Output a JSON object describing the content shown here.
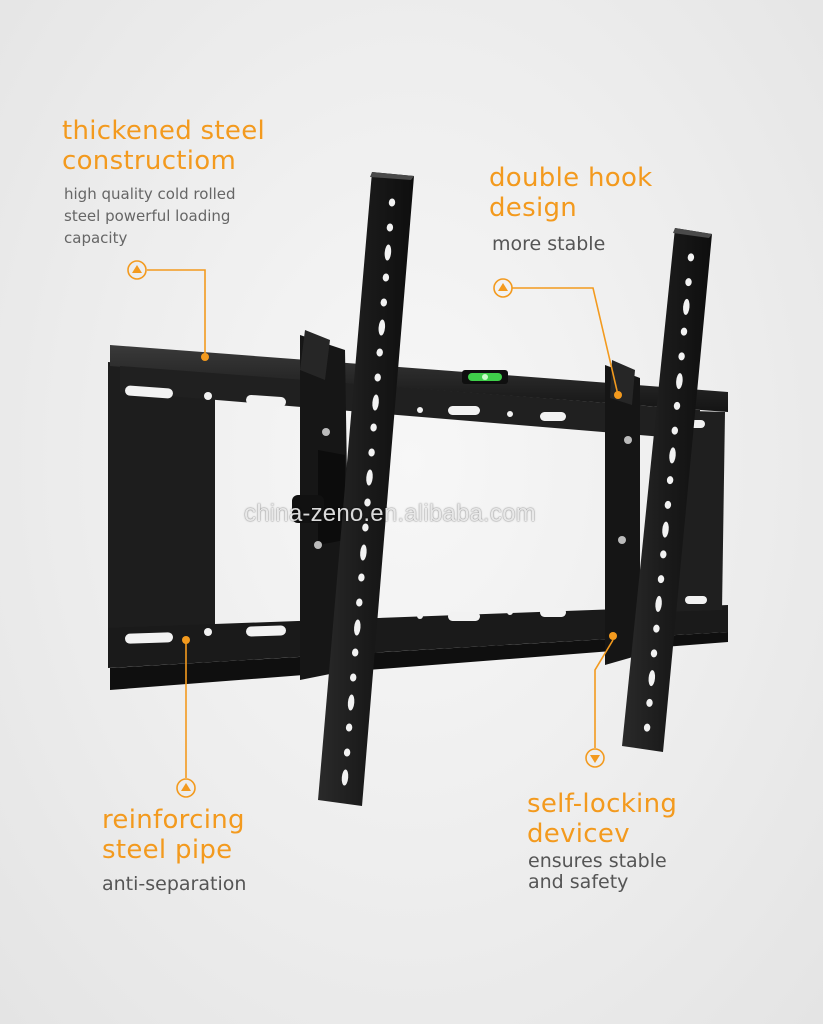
{
  "callouts": {
    "top_left": {
      "title": [
        "thickened steel",
        "constructiom"
      ],
      "description": [
        "high quality cold rolled",
        "steel powerful loading",
        "capacity"
      ]
    },
    "top_right": {
      "title": [
        "double hook",
        "design"
      ],
      "description": [
        "more stable"
      ]
    },
    "bottom_left": {
      "title": [
        "reinforcing",
        "steel pipe"
      ],
      "description": [
        "anti-separation"
      ]
    },
    "bottom_right": {
      "title": [
        "self-locking",
        "devicev"
      ],
      "description": [
        "ensures stable",
        "and safety"
      ]
    }
  },
  "watermark": "china-zeno.en.alibaba.com",
  "colors": {
    "accent": "#f39a1e",
    "steel": "#1c1c1c",
    "text": "#555555"
  },
  "icons": {
    "marker": "circle-up-arrow-icon",
    "marker_down": "circle-down-arrow-icon",
    "level": "bubble-level-icon"
  }
}
